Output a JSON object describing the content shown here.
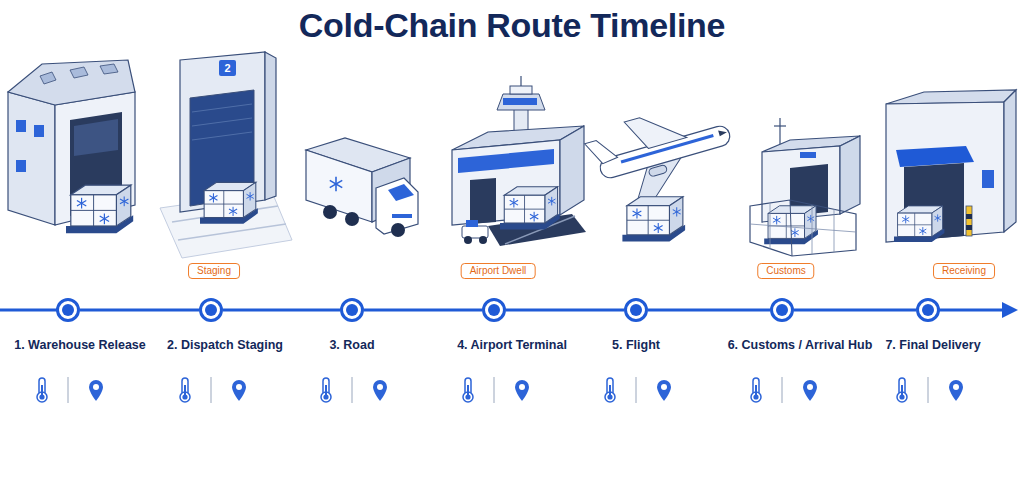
{
  "diagram": {
    "title": "Cold-Chain Route Timeline",
    "nodes": [
      {
        "text": [
          "1. Warehouse Release"
        ]
      },
      {
        "text": [
          "2. Dispatch Staging"
        ]
      },
      {
        "text": [
          "3. Road"
        ]
      },
      {
        "text": [
          "4. Airport Terminal"
        ]
      },
      {
        "text": [
          "5. Flight"
        ]
      },
      {
        "text": [
          "6. Customs / Arrival Hub"
        ]
      },
      {
        "text": [
          "7. Final Delivery"
        ]
      },
      {
        "text": [
          "Staging"
        ]
      },
      {
        "text": [
          "Airport Dwell"
        ]
      },
      {
        "text": [
          "Customs"
        ]
      },
      {
        "text": [
          "Receiving"
        ]
      }
    ],
    "edges": [
      {
        "from": 0,
        "to": 1,
        "arrow": "none"
      },
      {
        "from": 1,
        "to": 2,
        "arrow": "none"
      },
      {
        "from": 2,
        "to": 3,
        "arrow": "none"
      },
      {
        "from": 3,
        "to": 4,
        "arrow": "none"
      },
      {
        "from": 4,
        "to": 5,
        "arrow": "none"
      },
      {
        "from": 5,
        "to": 6,
        "arrow": "none"
      }
    ],
    "labels": [
      "2"
    ]
  }
}
